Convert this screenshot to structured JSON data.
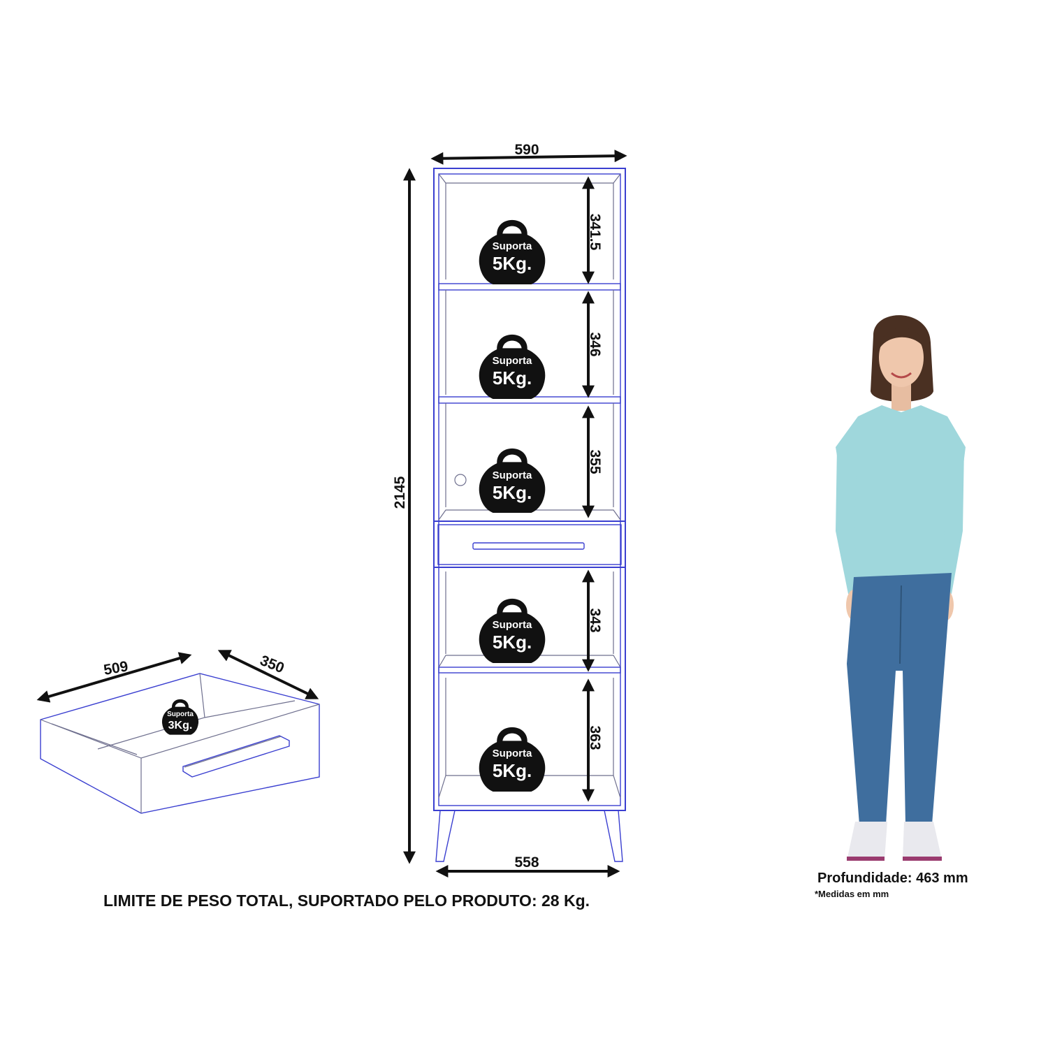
{
  "colors": {
    "outline": "#3a3fd0",
    "weight_icon": "#111111",
    "shirt": "#9fd7dc",
    "jeans": "#3f6e9e"
  },
  "cabinet": {
    "width_top": "590",
    "width_bottom": "558",
    "height_total": "2145",
    "shelf_heights": [
      "341.5",
      "346",
      "355",
      "343",
      "363"
    ]
  },
  "weight_badges": [
    {
      "line1": "Suporta",
      "line2": "5Kg."
    },
    {
      "line1": "Suporta",
      "line2": "5Kg."
    },
    {
      "line1": "Suporta",
      "line2": "5Kg."
    },
    {
      "line1": "Suporta",
      "line2": "5Kg."
    },
    {
      "line1": "Suporta",
      "line2": "5Kg."
    }
  ],
  "drawer": {
    "width": "509",
    "depth": "350",
    "badge": {
      "line1": "Suporta",
      "line2": "3Kg."
    }
  },
  "total_weight_limit": "LIMITE DE PESO TOTAL, SUPORTADO PELO PRODUTO: 28 Kg.",
  "depth_label": "Profundidade: 463 mm",
  "units_note": "*Medidas em mm"
}
